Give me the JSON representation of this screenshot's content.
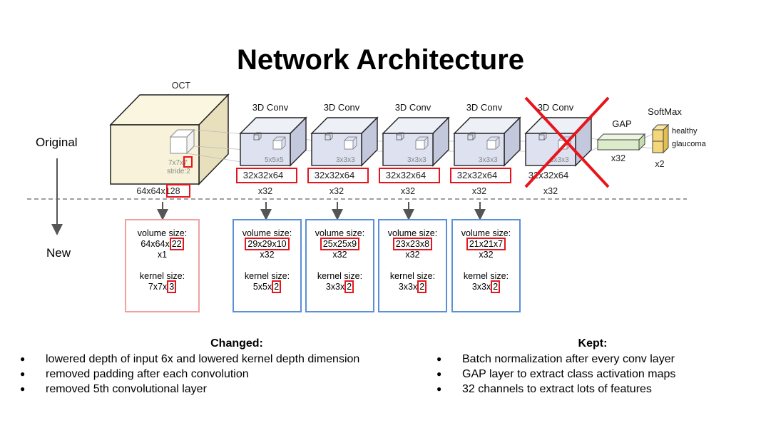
{
  "title": "Network Architecture",
  "row_labels": {
    "original": "Original",
    "new": "New"
  },
  "original": {
    "oct": {
      "label": "OCT",
      "kernel": "7x7x7",
      "stride": "stride:2",
      "size": "64x64x128"
    },
    "convs": [
      {
        "label": "3D Conv",
        "kernel": "5x5x5",
        "size": "32x32x64",
        "channels": "x32"
      },
      {
        "label": "3D Conv",
        "kernel": "3x3x3",
        "size": "32x32x64",
        "channels": "x32"
      },
      {
        "label": "3D Conv",
        "kernel": "3x3x3",
        "size": "32x32x64",
        "channels": "x32"
      },
      {
        "label": "3D Conv",
        "kernel": "3x3x3",
        "size": "32x32x64",
        "channels": "x32"
      },
      {
        "label": "3D Conv",
        "kernel": "3x3x3",
        "size": "32x32x64",
        "channels": "x32",
        "removed": true
      }
    ],
    "gap": {
      "label": "GAP",
      "channels": "x32"
    },
    "softmax": {
      "label": "SoftMax",
      "classes": [
        "healthy",
        "glaucoma"
      ],
      "count": "x2"
    }
  },
  "new": {
    "boxes": [
      {
        "vol_label": "volume size:",
        "vol_a": "64x64x",
        "vol_b": "22",
        "mult": "x1",
        "kernel_label": "kernel size:",
        "kernel_a": "7x7x",
        "kernel_b": "3"
      },
      {
        "vol_label": "volume size:",
        "vol": "29x29x10",
        "mult": "x32",
        "kernel_label": "kernel size:",
        "kernel_a": "5x5x",
        "kernel_b": "2"
      },
      {
        "vol_label": "volume size:",
        "vol": "25x25x9",
        "mult": "x32",
        "kernel_label": "kernel size:",
        "kernel_a": "3x3x",
        "kernel_b": "2"
      },
      {
        "vol_label": "volume size:",
        "vol": "23x23x8",
        "mult": "x32",
        "kernel_label": "kernel size:",
        "kernel_a": "3x3x",
        "kernel_b": "2"
      },
      {
        "vol_label": "volume size:",
        "vol": "21x21x7",
        "mult": "x32",
        "kernel_label": "kernel size:",
        "kernel_a": "3x3x",
        "kernel_b": "2"
      }
    ]
  },
  "changed": {
    "title": "Changed:",
    "items": [
      "lowered depth of input 6x and lowered kernel depth dimension",
      "removed padding after each convolution",
      "removed 5th convolutional layer"
    ]
  },
  "kept": {
    "title": "Kept:",
    "items": [
      "Batch normalization after every conv layer",
      "GAP layer to extract class activation maps",
      "32 channels to extract lots of features"
    ]
  },
  "colors": {
    "highlight": "#e8141c",
    "new_first_border": "#f0a0a0",
    "new_border": "#5b8fd6",
    "oct_fill": "#f7f2d9",
    "conv_fill": "#dde1f0",
    "gap_fill": "#dcebc9",
    "softmax_fill": "#f3d77a"
  }
}
